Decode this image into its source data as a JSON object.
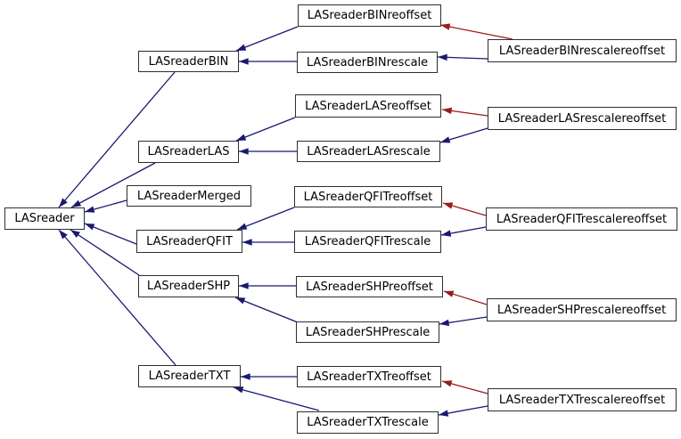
{
  "diagram": {
    "kind": "class-inheritance-graph",
    "root_class": "LASreader",
    "colors": {
      "background": "#ffffff",
      "node_fill": "#ffffff",
      "node_border": "#2e2e2e",
      "node_text": "#000000",
      "public_inheritance_edge": "#191970",
      "private_inheritance_edge": "#9b1b1b"
    },
    "nodes": [
      {
        "id": "lasreader",
        "label": "LASreader"
      },
      {
        "id": "lasreader-bin",
        "label": "LASreaderBIN"
      },
      {
        "id": "lasreader-las",
        "label": "LASreaderLAS"
      },
      {
        "id": "lasreader-merged",
        "label": "LASreaderMerged"
      },
      {
        "id": "lasreader-qfit",
        "label": "LASreaderQFIT"
      },
      {
        "id": "lasreader-shp",
        "label": "LASreaderSHP"
      },
      {
        "id": "lasreader-txt",
        "label": "LASreaderTXT"
      },
      {
        "id": "lasreader-bin-reoffset",
        "label": "LASreaderBINreoffset"
      },
      {
        "id": "lasreader-bin-rescale",
        "label": "LASreaderBINrescale"
      },
      {
        "id": "lasreader-las-reoffset",
        "label": "LASreaderLASreoffset"
      },
      {
        "id": "lasreader-las-rescale",
        "label": "LASreaderLASrescale"
      },
      {
        "id": "lasreader-qfit-reoffset",
        "label": "LASreaderQFITreoffset"
      },
      {
        "id": "lasreader-qfit-rescale",
        "label": "LASreaderQFITrescale"
      },
      {
        "id": "lasreader-shp-reoffset",
        "label": "LASreaderSHPreoffset"
      },
      {
        "id": "lasreader-shp-rescale",
        "label": "LASreaderSHPrescale"
      },
      {
        "id": "lasreader-txt-reoffset",
        "label": "LASreaderTXTreoffset"
      },
      {
        "id": "lasreader-txt-rescale",
        "label": "LASreaderTXTrescale"
      },
      {
        "id": "lasreader-bin-rescalereoffset",
        "label": "LASreaderBINrescalereoffset"
      },
      {
        "id": "lasreader-las-rescalereoffset",
        "label": "LASreaderLASrescalereoffset"
      },
      {
        "id": "lasreader-qfit-rescalereoffset",
        "label": "LASreaderQFITrescalereoffset"
      },
      {
        "id": "lasreader-shp-rescalereoffset",
        "label": "LASreaderSHPrescalereoffset"
      },
      {
        "id": "lasreader-txt-rescalereoffset",
        "label": "LASreaderTXTrescalereoffset"
      }
    ],
    "edges": [
      {
        "from": "lasreader-bin",
        "to": "lasreader",
        "relation": "public"
      },
      {
        "from": "lasreader-las",
        "to": "lasreader",
        "relation": "public"
      },
      {
        "from": "lasreader-merged",
        "to": "lasreader",
        "relation": "public"
      },
      {
        "from": "lasreader-qfit",
        "to": "lasreader",
        "relation": "public"
      },
      {
        "from": "lasreader-shp",
        "to": "lasreader",
        "relation": "public"
      },
      {
        "from": "lasreader-txt",
        "to": "lasreader",
        "relation": "public"
      },
      {
        "from": "lasreader-bin-reoffset",
        "to": "lasreader-bin",
        "relation": "public"
      },
      {
        "from": "lasreader-bin-rescale",
        "to": "lasreader-bin",
        "relation": "public"
      },
      {
        "from": "lasreader-las-reoffset",
        "to": "lasreader-las",
        "relation": "public"
      },
      {
        "from": "lasreader-las-rescale",
        "to": "lasreader-las",
        "relation": "public"
      },
      {
        "from": "lasreader-qfit-reoffset",
        "to": "lasreader-qfit",
        "relation": "public"
      },
      {
        "from": "lasreader-qfit-rescale",
        "to": "lasreader-qfit",
        "relation": "public"
      },
      {
        "from": "lasreader-shp-reoffset",
        "to": "lasreader-shp",
        "relation": "public"
      },
      {
        "from": "lasreader-shp-rescale",
        "to": "lasreader-shp",
        "relation": "public"
      },
      {
        "from": "lasreader-txt-reoffset",
        "to": "lasreader-txt",
        "relation": "public"
      },
      {
        "from": "lasreader-txt-rescale",
        "to": "lasreader-txt",
        "relation": "public"
      },
      {
        "from": "lasreader-bin-rescalereoffset",
        "to": "lasreader-bin-rescale",
        "relation": "public"
      },
      {
        "from": "lasreader-las-rescalereoffset",
        "to": "lasreader-las-rescale",
        "relation": "public"
      },
      {
        "from": "lasreader-qfit-rescalereoffset",
        "to": "lasreader-qfit-rescale",
        "relation": "public"
      },
      {
        "from": "lasreader-shp-rescalereoffset",
        "to": "lasreader-shp-rescale",
        "relation": "public"
      },
      {
        "from": "lasreader-txt-rescalereoffset",
        "to": "lasreader-txt-rescale",
        "relation": "public"
      },
      {
        "from": "lasreader-bin-rescalereoffset",
        "to": "lasreader-bin-reoffset",
        "relation": "private"
      },
      {
        "from": "lasreader-las-rescalereoffset",
        "to": "lasreader-las-reoffset",
        "relation": "private"
      },
      {
        "from": "lasreader-qfit-rescalereoffset",
        "to": "lasreader-qfit-reoffset",
        "relation": "private"
      },
      {
        "from": "lasreader-shp-rescalereoffset",
        "to": "lasreader-shp-reoffset",
        "relation": "private"
      },
      {
        "from": "lasreader-txt-rescalereoffset",
        "to": "lasreader-txt-reoffset",
        "relation": "private"
      }
    ]
  }
}
